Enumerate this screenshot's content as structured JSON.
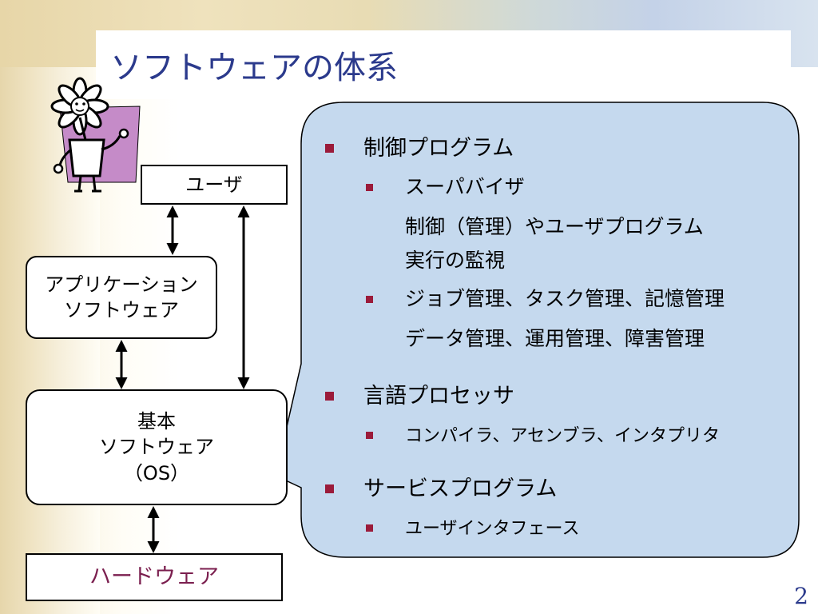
{
  "slide": {
    "title": "ソフトウェアの体系",
    "page_number": "2"
  },
  "diagram": {
    "user": "ユーザ",
    "app_line1": "アプリケーション",
    "app_line2": "ソフトウェア",
    "os_line1": "基本",
    "os_line2": "ソフトウェア",
    "os_line3": "（OS）",
    "hardware": "ハードウェア"
  },
  "bubble": {
    "items": [
      {
        "label": "制御プログラム",
        "sub": [
          {
            "text": "スーパバイザ",
            "desc": [
              "制御（管理）やユーザプログラム",
              "実行の監視"
            ]
          },
          {
            "text": "ジョブ管理、タスク管理、記憶管理",
            "desc": [
              "データ管理、運用管理、障害管理"
            ]
          }
        ]
      },
      {
        "label": "言語プロセッサ",
        "sub": [
          {
            "text": "コンパイラ、アセンブラ、インタプリタ"
          }
        ]
      },
      {
        "label": "サービスプログラム",
        "sub": [
          {
            "text": "ユーザインタフェース"
          }
        ]
      }
    ]
  },
  "colors": {
    "title": "#2b3a8c",
    "bubble_fill": "#c5d9ee",
    "bullet": "#9b1b3a",
    "hardware_text": "#7b1f4f"
  },
  "icons": [
    "flower-pot-icon",
    "square-bullet-icon",
    "double-arrow-icon"
  ]
}
